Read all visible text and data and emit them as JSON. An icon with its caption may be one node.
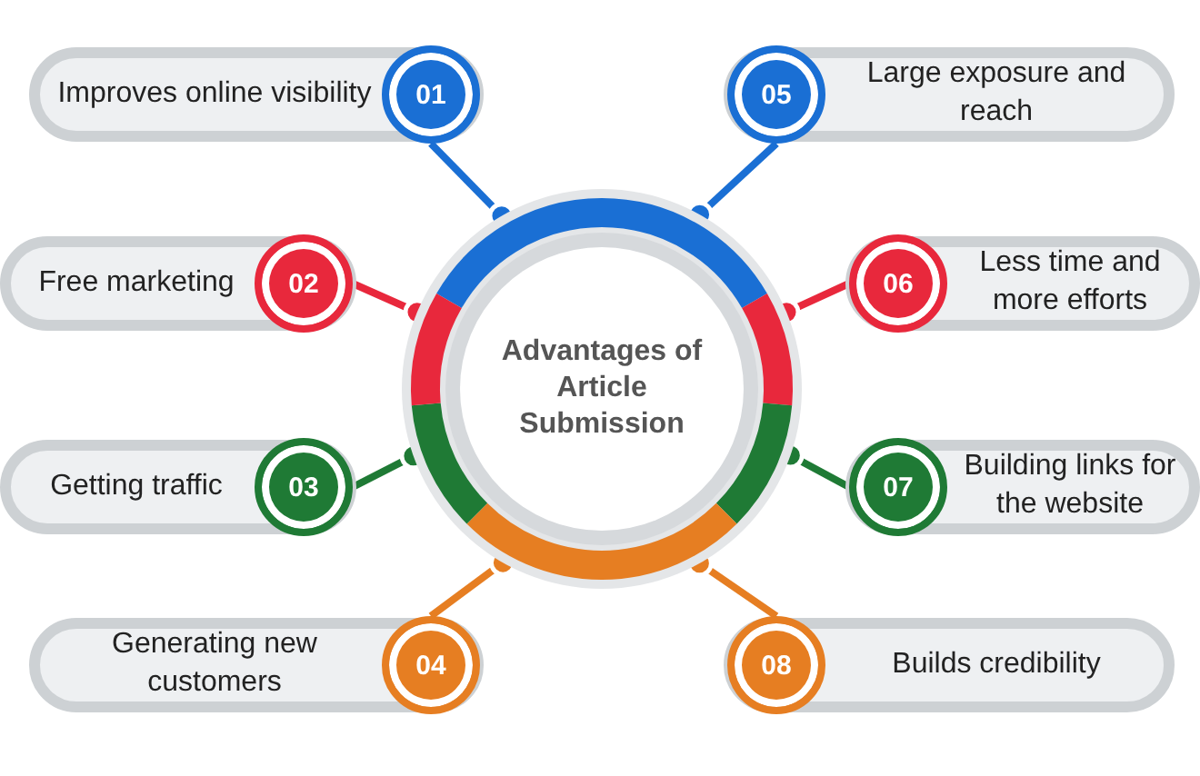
{
  "diagram": {
    "nodes": [
      {
        "text": [
          "Advantages of Article Submission"
        ]
      },
      {
        "text": [
          "Improves online visibility"
        ]
      },
      {
        "text": [
          "01"
        ],
        "in": 1
      },
      {
        "text": [
          "Free marketing"
        ]
      },
      {
        "text": [
          "02"
        ],
        "in": 3
      },
      {
        "text": [
          "Getting traffic"
        ]
      },
      {
        "text": [
          "03"
        ],
        "in": 5
      },
      {
        "text": [
          "Generating new customers"
        ]
      },
      {
        "text": [
          "04"
        ],
        "in": 7
      },
      {
        "text": [
          "Large exposure and reach"
        ]
      },
      {
        "text": [
          "05"
        ],
        "in": 9
      },
      {
        "text": [
          "Less time and more efforts"
        ]
      },
      {
        "text": [
          "06"
        ],
        "in": 11
      },
      {
        "text": [
          "Building links for the website"
        ]
      },
      {
        "text": [
          "07"
        ],
        "in": 13
      },
      {
        "text": [
          "Builds credibility"
        ]
      },
      {
        "text": [
          "08"
        ],
        "in": 15
      }
    ],
    "edges": [
      {
        "from": 2,
        "to": 0,
        "arrow": "other",
        "color": "#1a6fd4"
      },
      {
        "from": 4,
        "to": 0,
        "arrow": "other",
        "color": "#e8283c"
      },
      {
        "from": 6,
        "to": 0,
        "arrow": "other",
        "color": "#1f7a35"
      },
      {
        "from": 8,
        "to": 0,
        "arrow": "other",
        "color": "#e67e22"
      },
      {
        "from": 10,
        "to": 0,
        "arrow": "other",
        "color": "#1a6fd4"
      },
      {
        "from": 12,
        "to": 0,
        "arrow": "other",
        "color": "#e8283c"
      },
      {
        "from": 14,
        "to": 0,
        "arrow": "other",
        "color": "#1f7a35"
      },
      {
        "from": 16,
        "to": 0,
        "arrow": "other",
        "color": "#e67e22"
      }
    ]
  }
}
